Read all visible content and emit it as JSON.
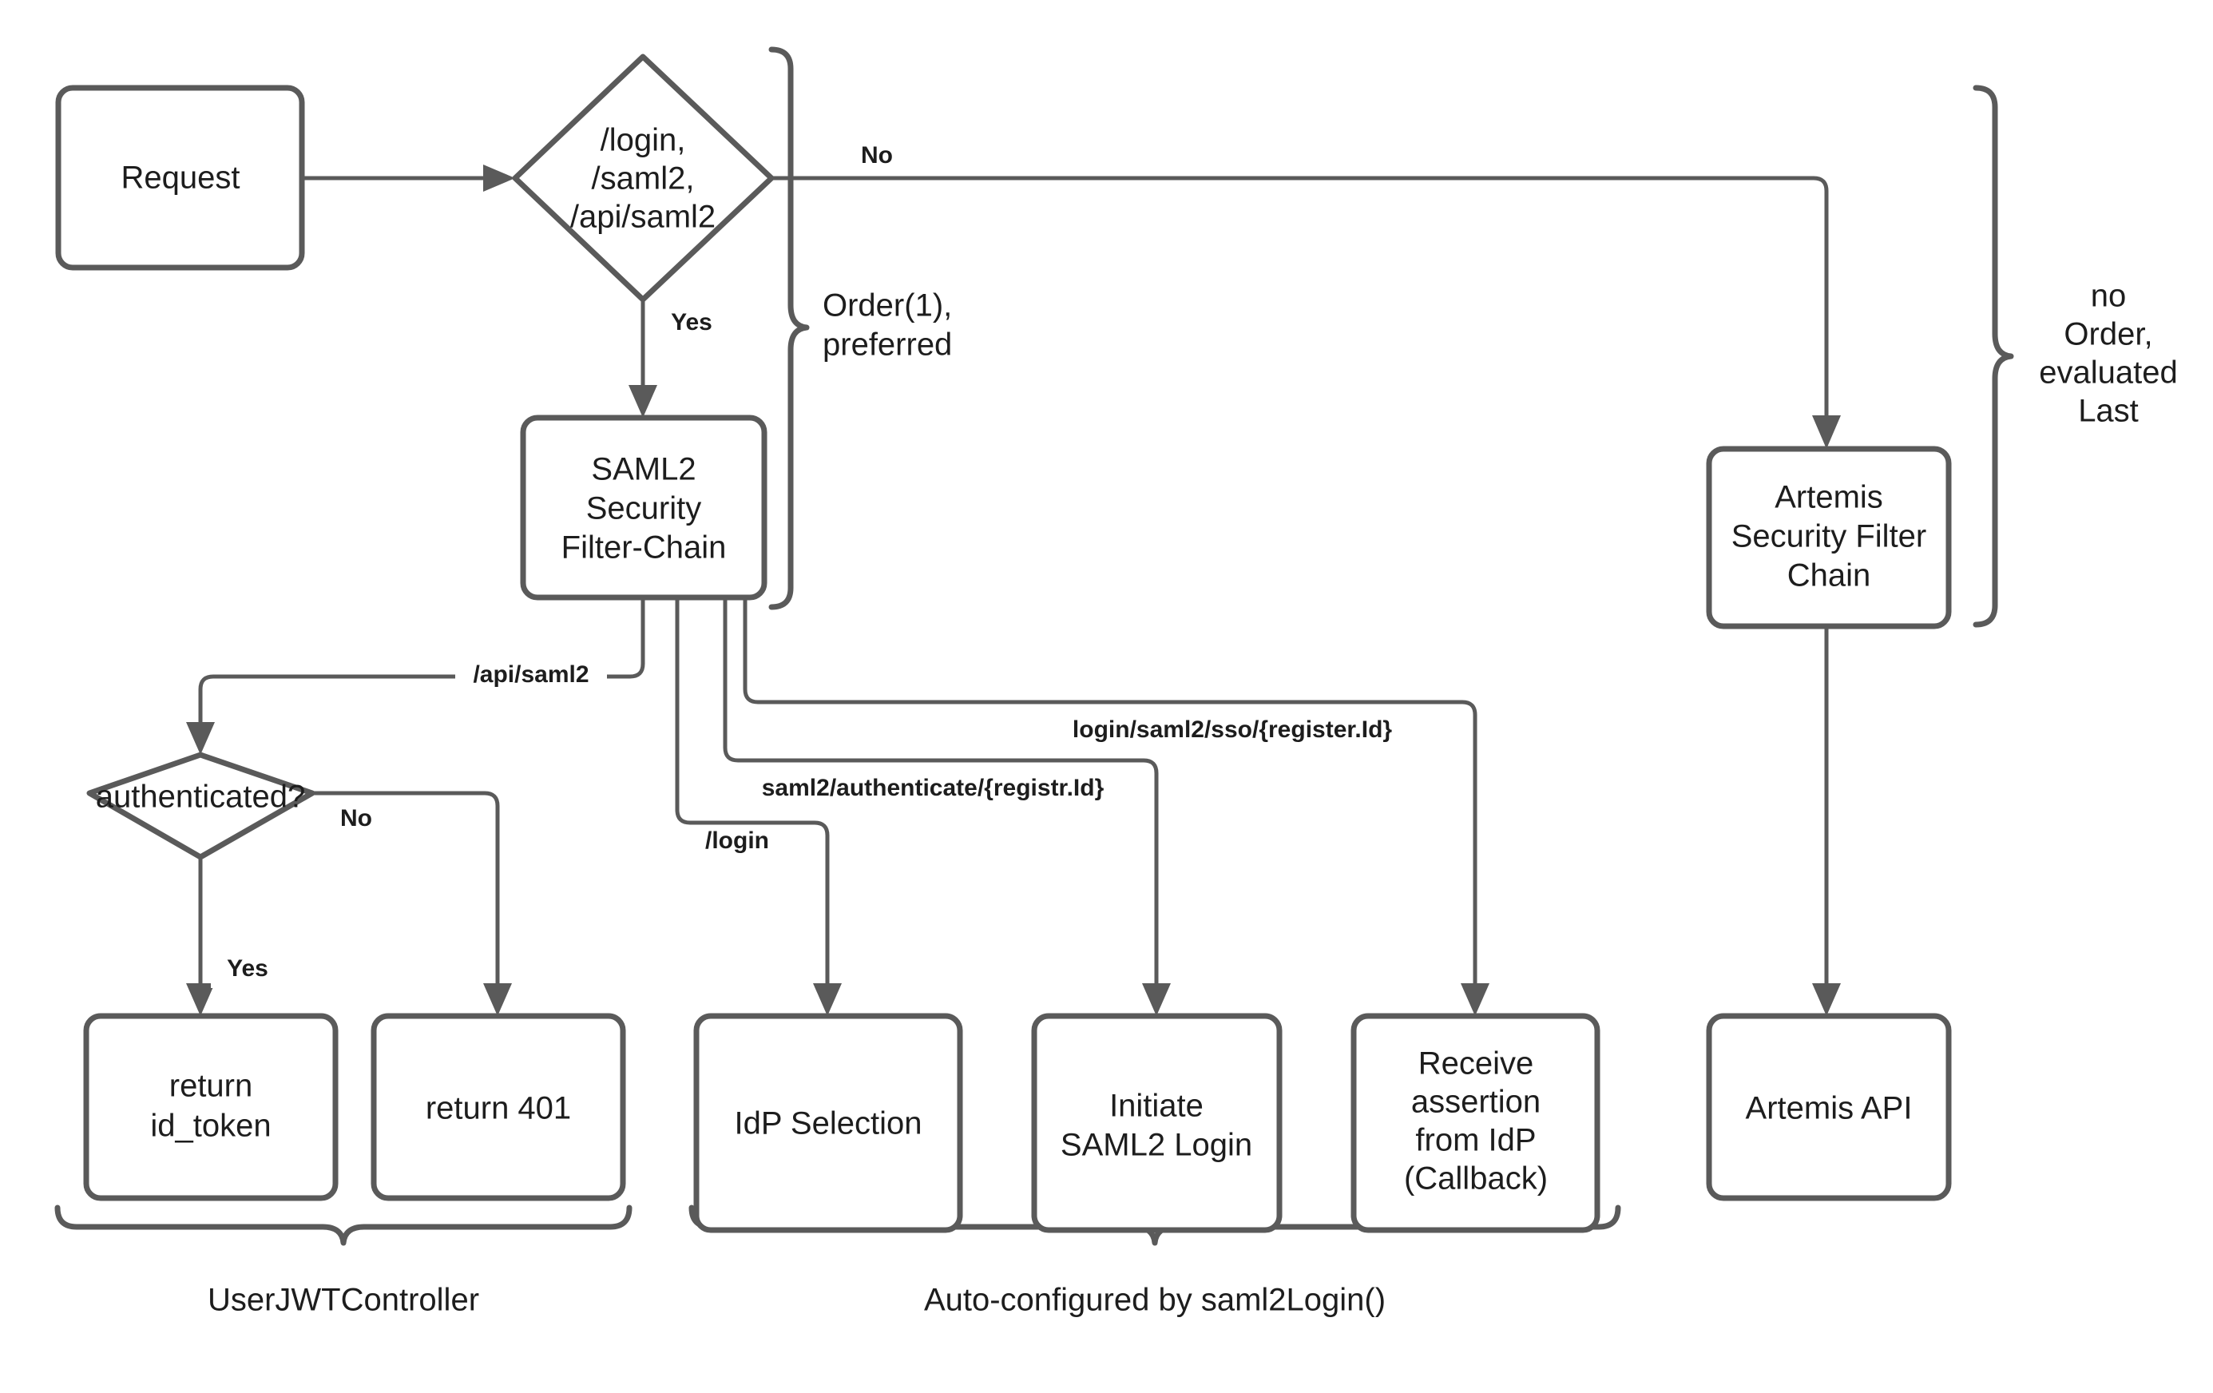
{
  "diagram": {
    "title": "SAML2 Security Filter Chain Flow",
    "colors": {
      "stroke": "#5a5a5a",
      "text": "#1d1d1d",
      "background": "#ffffff"
    },
    "nodes": {
      "request": {
        "label": "Request"
      },
      "path_decision": {
        "line1": "/login,",
        "line2": "/saml2,",
        "line3": "/api/saml2"
      },
      "saml2_chain": {
        "line1": "SAML2",
        "line2": "Security",
        "line3": "Filter-Chain"
      },
      "artemis_chain": {
        "line1": "Artemis",
        "line2": "Security Filter",
        "line3": "Chain"
      },
      "authenticated": {
        "label": "authenticated?"
      },
      "return_id_token": {
        "line1": "return",
        "line2": "id_token"
      },
      "return_401": {
        "label": "return 401"
      },
      "idp_selection": {
        "label": "IdP Selection"
      },
      "initiate_login": {
        "line1": "Initiate",
        "line2": "SAML2 Login"
      },
      "receive_assertion": {
        "line1": "Receive",
        "line2": "assertion",
        "line3": "from IdP",
        "line4": "(Callback)"
      },
      "artemis_api": {
        "label": "Artemis API"
      }
    },
    "edge_labels": {
      "no_top": "No",
      "yes_top": "Yes",
      "api_saml2": "/api/saml2",
      "login_saml2_sso": "login/saml2/sso/{register.Id}",
      "saml2_authenticate": "saml2/authenticate/{registr.Id}",
      "login": "/login",
      "no_auth": "No",
      "yes_auth": "Yes"
    },
    "brace_labels": {
      "order_preferred": {
        "line1": "Order(1),",
        "line2": "preferred"
      },
      "no_order": {
        "line1": "no",
        "line2": "Order,",
        "line3": "evaluated",
        "line4": "Last"
      }
    },
    "group_labels": {
      "user_jwt_controller": "UserJWTController",
      "auto_configured": "Auto-configured by saml2Login()"
    }
  }
}
